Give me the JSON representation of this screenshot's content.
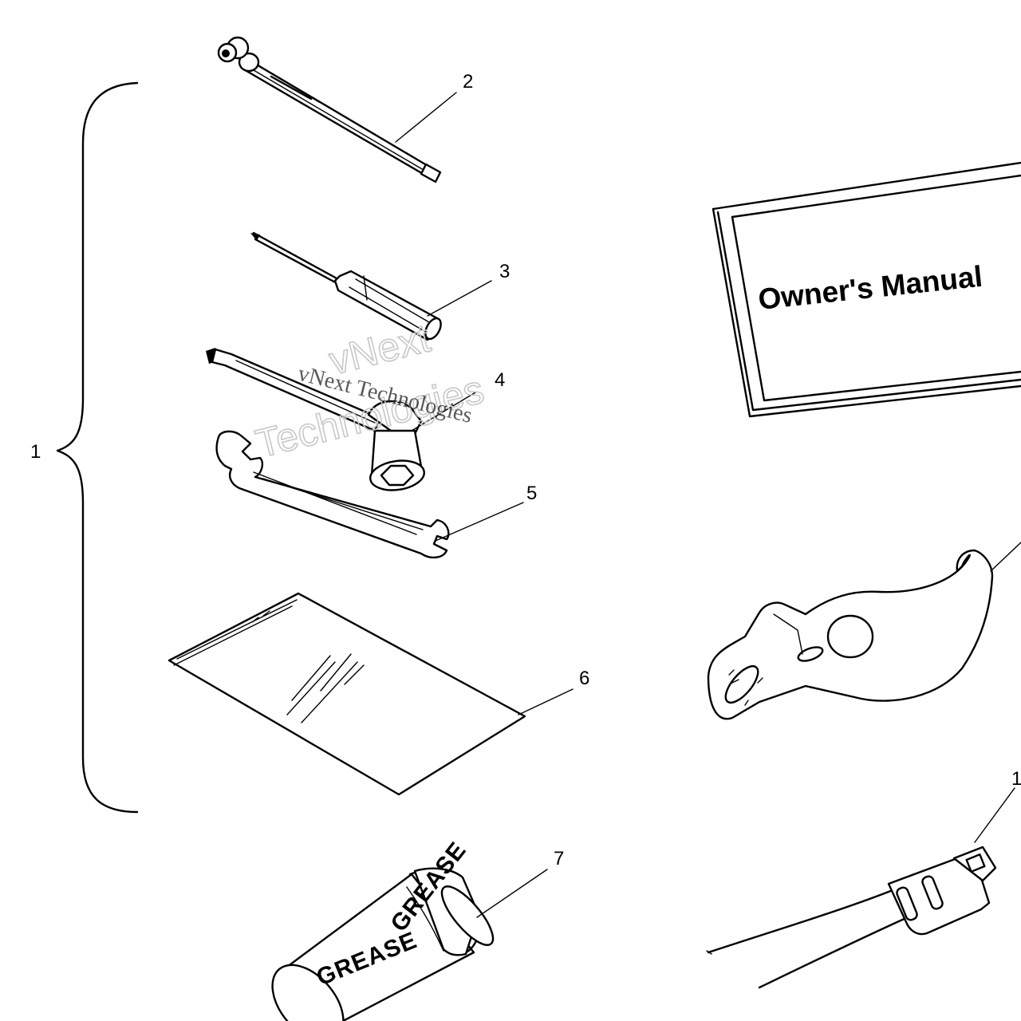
{
  "diagram": {
    "callouts": [
      "1",
      "2",
      "3",
      "4",
      "5",
      "6",
      "7",
      "1"
    ],
    "manual_label": "Owner's Manual",
    "grease_label_lower": "GREASE",
    "grease_label_upper": "GREASE"
  },
  "watermark": {
    "serif_text": "vNext Technologies",
    "outline_line1": "vNext",
    "outline_line2": "Technologies"
  },
  "colors": {
    "ink": "#000000",
    "background": "#ffffff",
    "watermark_outline": "#c8c8c8"
  }
}
